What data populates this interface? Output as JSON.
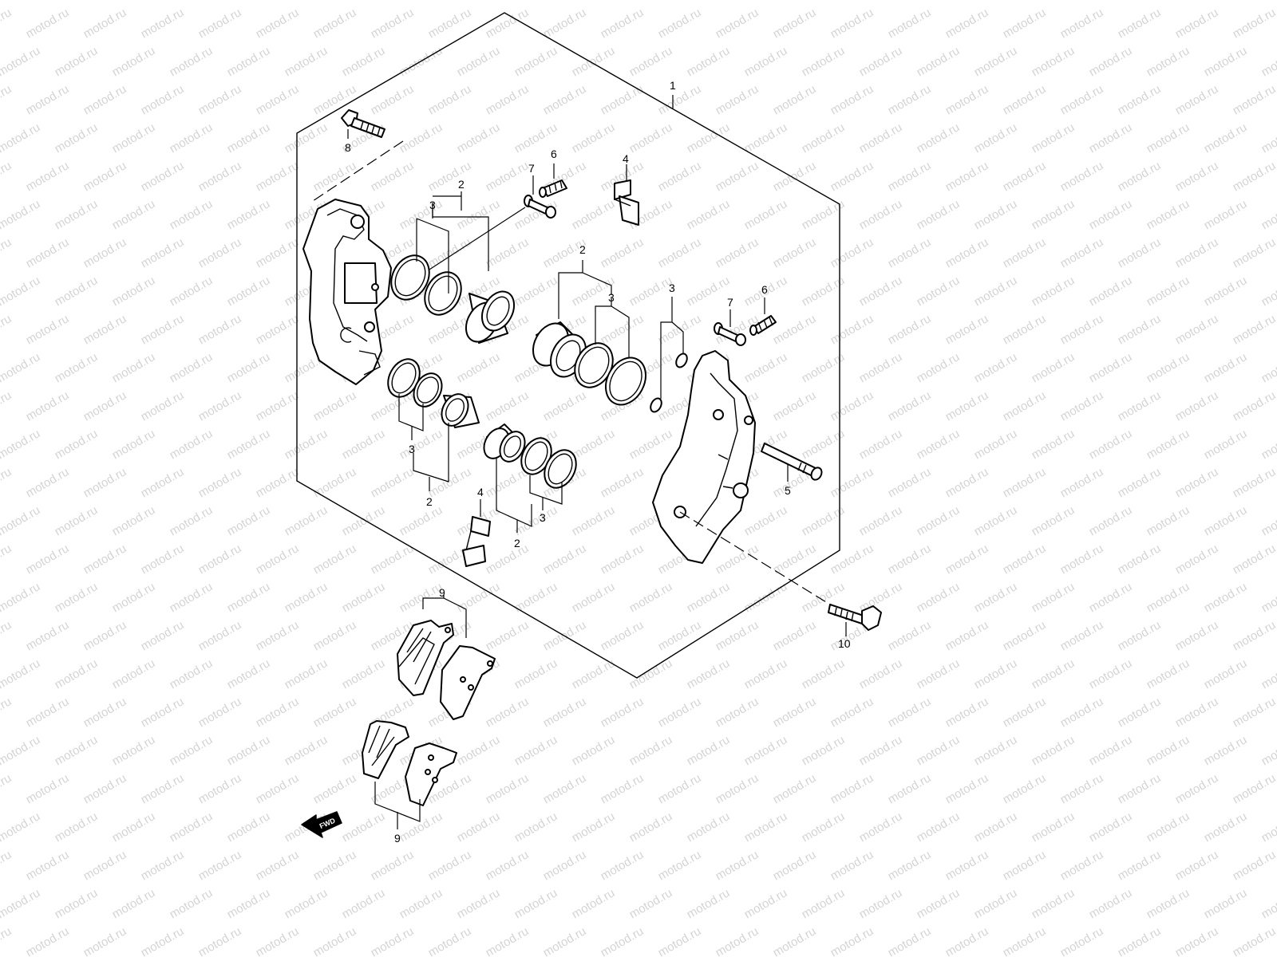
{
  "watermark": {
    "text": "motod.ru",
    "color": "#d4d4d4"
  },
  "callouts": {
    "c1": "1",
    "c2a": "2",
    "c2b": "2",
    "c2c": "2",
    "c2d": "2",
    "c3a": "3",
    "c3b": "3",
    "c3c": "3",
    "c3d": "3",
    "c3e": "3",
    "c4a": "4",
    "c4b": "4",
    "c5": "5",
    "c6a": "6",
    "c6b": "6",
    "c7a": "7",
    "c7b": "7",
    "c8": "8",
    "c9a": "9",
    "c9b": "9",
    "c10": "10"
  },
  "fwd_label": "FWD",
  "icons": {
    "direction": "fwd-arrow-icon"
  }
}
